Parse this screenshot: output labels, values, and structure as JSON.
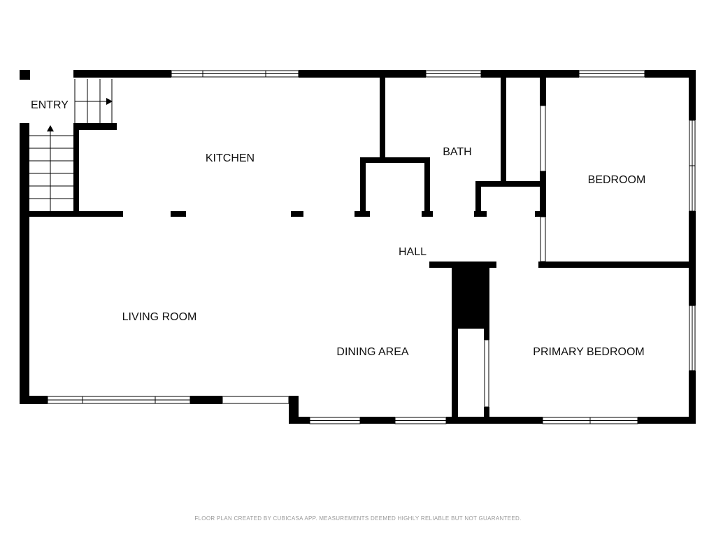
{
  "rooms": {
    "entry": "ENTRY",
    "kitchen": "KITCHEN",
    "bath": "BATH",
    "bedroom": "BEDROOM",
    "hall": "HALL",
    "living_room": "LIVING ROOM",
    "dining_area": "DINING AREA",
    "primary_bedroom": "PRIMARY BEDROOM"
  },
  "footer": {
    "disclaimer": "FLOOR PLAN CREATED BY CUBICASA APP. MEASUREMENTS DEEMED HIGHLY RELIABLE BUT NOT GUARANTEED."
  },
  "colors": {
    "wall": "#000000",
    "window": "#ffffff",
    "background": "#ffffff",
    "footer_text": "#9a9a9a"
  }
}
